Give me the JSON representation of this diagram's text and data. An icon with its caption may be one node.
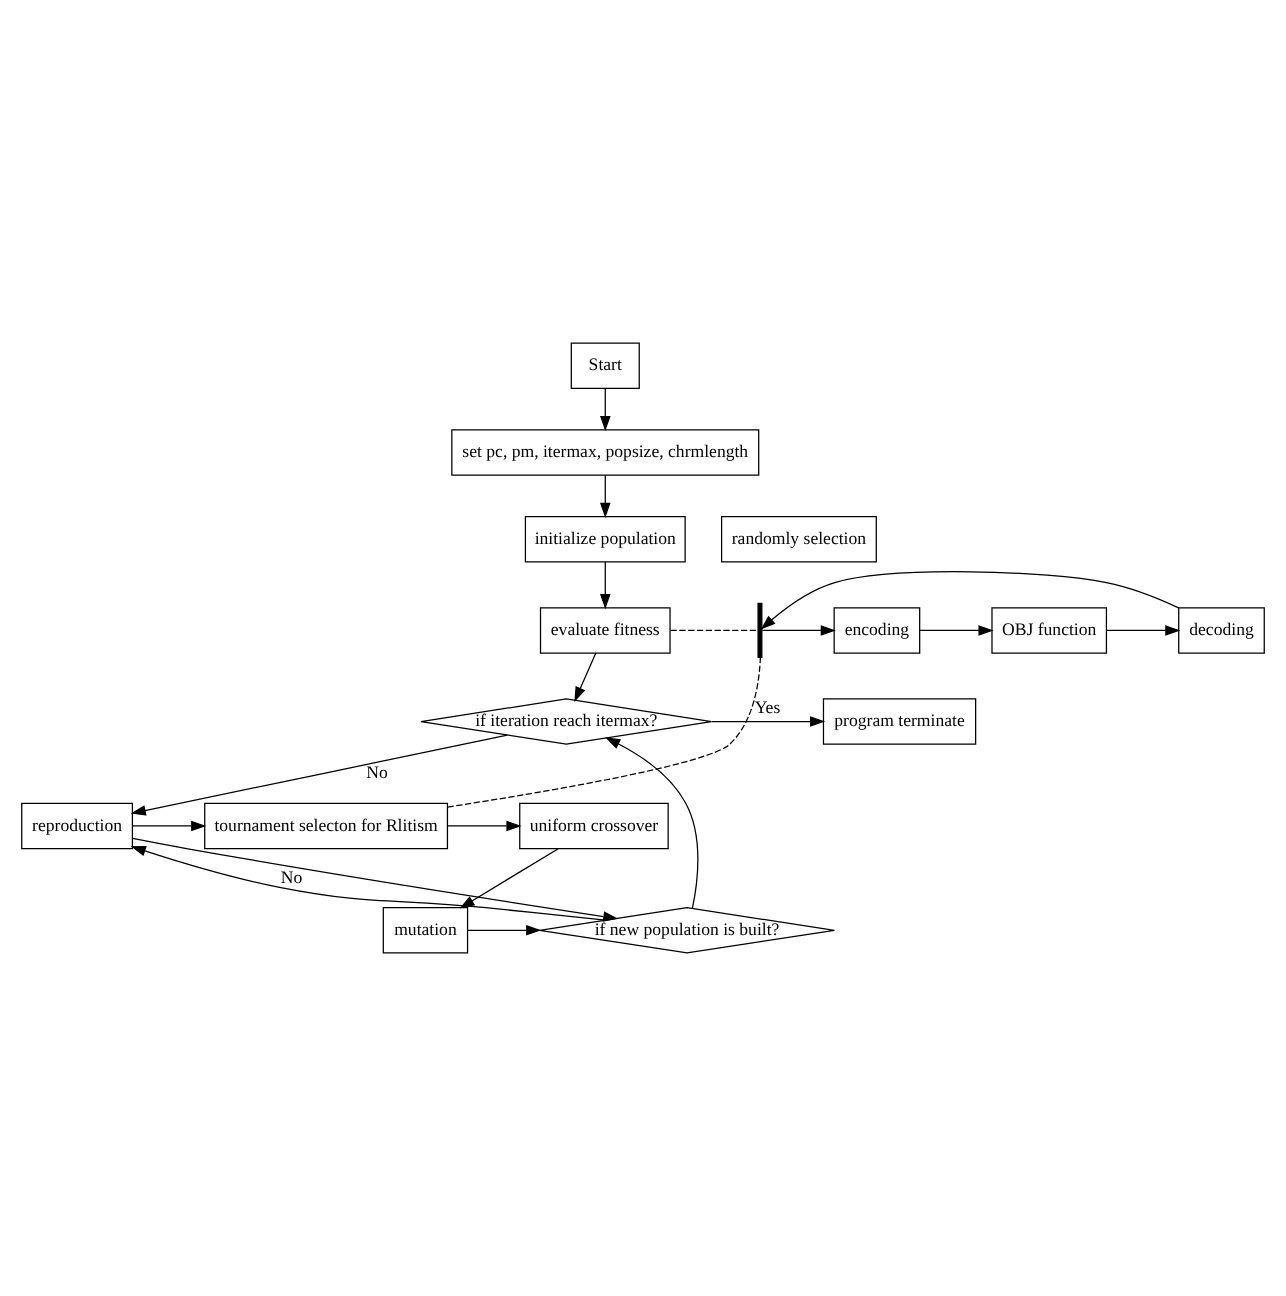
{
  "diagram": {
    "nodes": [
      {
        "text": [
          "Start"
        ]
      },
      {
        "text": [
          "set pc, pm, itermax, popsize, chrmlength"
        ]
      },
      {
        "text": [
          "initialize population"
        ]
      },
      {
        "text": [
          "randomly selection"
        ]
      },
      {
        "text": [
          "evaluate fitness"
        ]
      },
      {
        "text": [
          "encoding"
        ]
      },
      {
        "text": [
          "decoding"
        ]
      },
      {
        "text": [
          "OBJ function"
        ]
      },
      {
        "text": [
          "if iteration reach itermax?"
        ]
      },
      {
        "text": [
          "program terminate"
        ]
      },
      {
        "text": [
          "reproduction"
        ]
      },
      {
        "text": [
          "tournament selecton for Rlitism"
        ]
      },
      {
        "text": [
          "uniform crossover"
        ]
      },
      {
        "text": [
          "mutation"
        ]
      },
      {
        "text": [
          "if new population is built?"
        ]
      },
      {
        "text": [],
        "shape": "bar"
      }
    ],
    "edges": [
      {
        "from": 0,
        "to": 1,
        "arrow": "to"
      },
      {
        "from": 1,
        "to": 2,
        "arrow": "to"
      },
      {
        "from": 2,
        "to": 4,
        "arrow": "to"
      },
      {
        "from": 4,
        "to": 8,
        "arrow": "to"
      },
      {
        "from": 8,
        "to": 9,
        "arrow": "to",
        "label": "Yes"
      },
      {
        "from": 8,
        "to": 10,
        "arrow": "to",
        "label": "No"
      },
      {
        "from": 10,
        "to": 11,
        "arrow": "to"
      },
      {
        "from": 11,
        "to": 12,
        "arrow": "to"
      },
      {
        "from": 12,
        "to": 13,
        "arrow": "to"
      },
      {
        "from": 13,
        "to": 14,
        "arrow": "to"
      },
      {
        "from": 10,
        "to": 14,
        "arrow": "to"
      },
      {
        "from": 14,
        "to": 10,
        "arrow": "to",
        "label": "No"
      },
      {
        "from": 14,
        "to": 8,
        "arrow": "to"
      },
      {
        "from": 4,
        "to": 15,
        "arrow": "none",
        "style": "dashed"
      },
      {
        "from": 11,
        "to": 15,
        "arrow": "none",
        "style": "dashed"
      },
      {
        "from": 15,
        "to": 5,
        "arrow": "to"
      },
      {
        "from": 5,
        "to": 7,
        "arrow": "to"
      },
      {
        "from": 7,
        "to": 6,
        "arrow": "to"
      },
      {
        "from": 6,
        "to": 15,
        "arrow": "to"
      }
    ]
  }
}
